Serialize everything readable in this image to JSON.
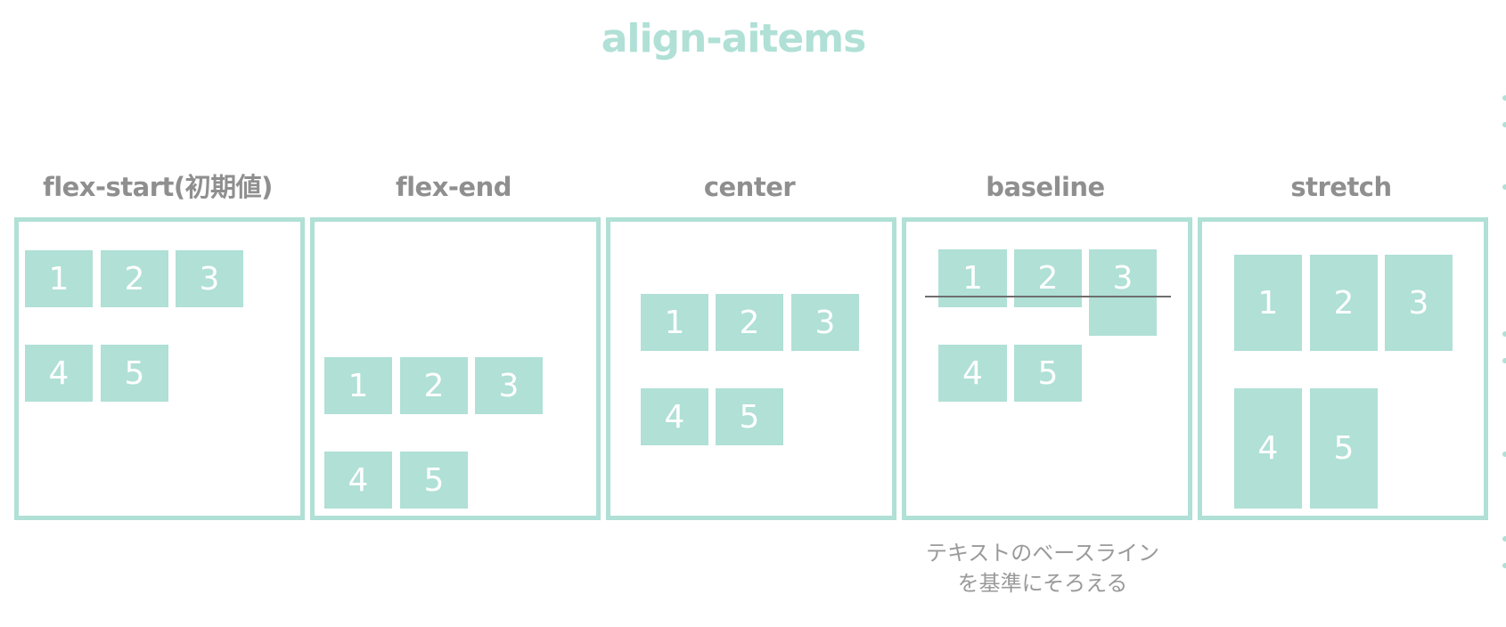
{
  "title": "align-aitems",
  "columns": [
    {
      "label": "flex-start(初期値)",
      "items": [
        "1",
        "2",
        "3",
        "4",
        "5"
      ]
    },
    {
      "label": "flex-end",
      "items": [
        "1",
        "2",
        "3",
        "4",
        "5"
      ]
    },
    {
      "label": "center",
      "items": [
        "1",
        "2",
        "3",
        "4",
        "5"
      ]
    },
    {
      "label": "baseline",
      "items": [
        "1",
        "2",
        "3",
        "4",
        "5"
      ]
    },
    {
      "label": "stretch",
      "items": [
        "1",
        "2",
        "3",
        "4",
        "5"
      ]
    }
  ],
  "note": {
    "line1": "テキストのベースライン",
    "line2": "を基準にそろえる"
  },
  "colors": {
    "accent": "#b0e0d6",
    "label_text": "#8f8f8f",
    "item_text": "#ffffff",
    "baseline_line": "#6e6e6e"
  }
}
